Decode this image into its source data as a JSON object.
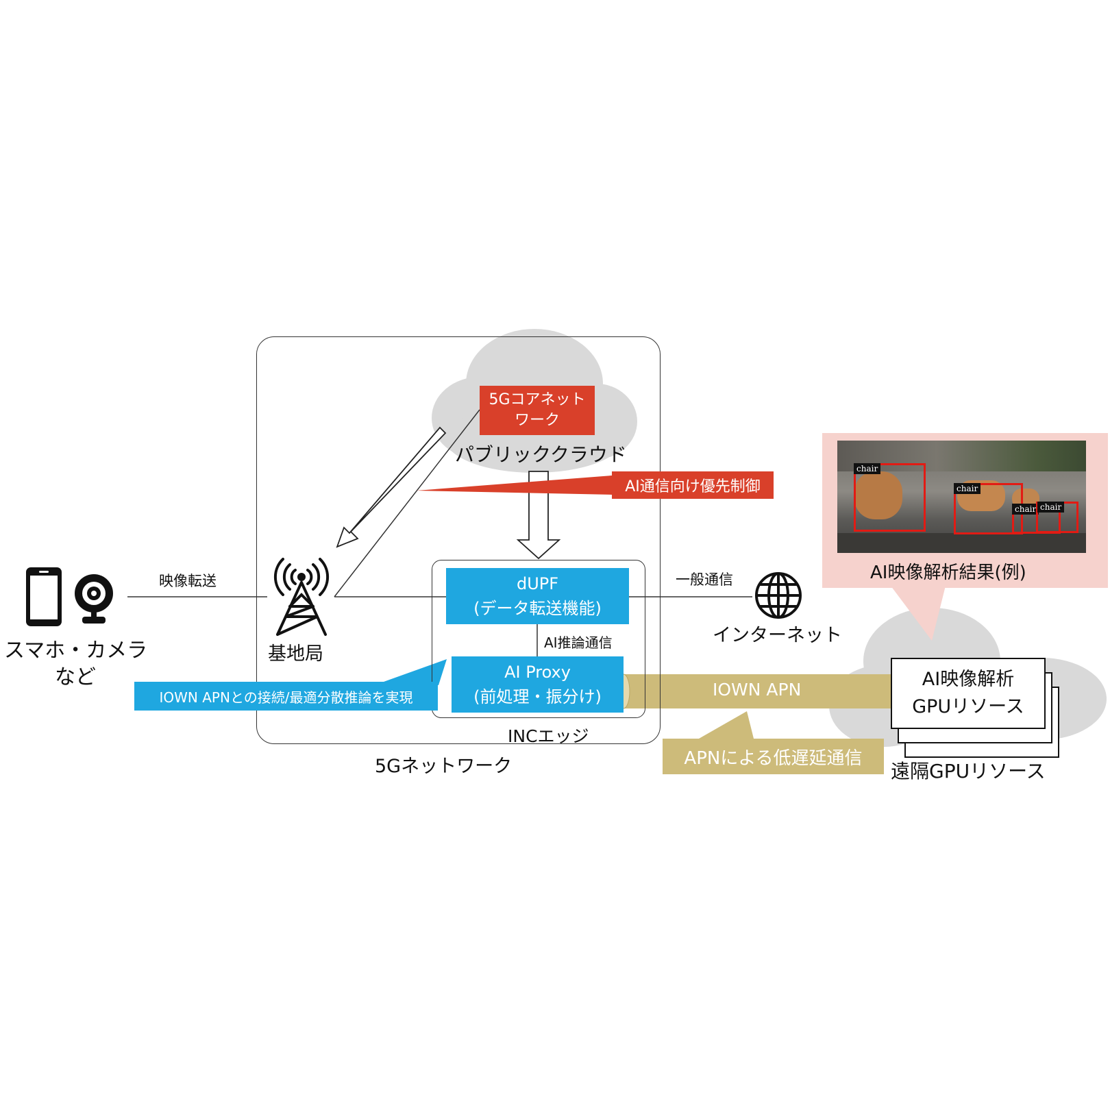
{
  "diagram": {
    "devices_label_line1": "スマホ・カメラ",
    "devices_label_line2": "など",
    "video_transfer_label": "映像転送",
    "base_station_label": "基地局",
    "network_label": "5Gネットワーク",
    "public_cloud_label": "パブリッククラウド",
    "core_network_line1": "5Gコアネット",
    "core_network_line2": "ワーク",
    "ai_priority_label": "AI通信向け優先制御",
    "dupf_line1": "dUPF",
    "dupf_line2": "(データ転送機能)",
    "ai_inference_label": "AI推論通信",
    "proxy_line1": "AI Proxy",
    "proxy_line2": "(前処理・振分け)",
    "inc_edge_label": "INCエッジ",
    "iown_callout_label": "IOWN APNとの接続/最適分散推論を実現",
    "general_comm_label": "一般通信",
    "internet_label": "インターネット",
    "iown_apn_label": "IOWN APN",
    "apn_callout_label": "APNによる低遅延通信",
    "gpu_card_line1": "AI映像解析",
    "gpu_card_line2": "GPUリソース",
    "remote_gpu_label": "遠隔GPUリソース",
    "result_label": "AI映像解析結果(例)",
    "detections": [
      "chair",
      "chair",
      "chair",
      "chair"
    ]
  },
  "colors": {
    "red": "#d9402a",
    "blue": "#1fa7e0",
    "gold": "#cdbb7a",
    "cloud_gray": "#d9d9d9",
    "pink": "#f6d2cd"
  },
  "icons": [
    "smartphone-icon",
    "webcam-icon",
    "antenna-tower-icon",
    "globe-icon",
    "cloud-icon"
  ]
}
